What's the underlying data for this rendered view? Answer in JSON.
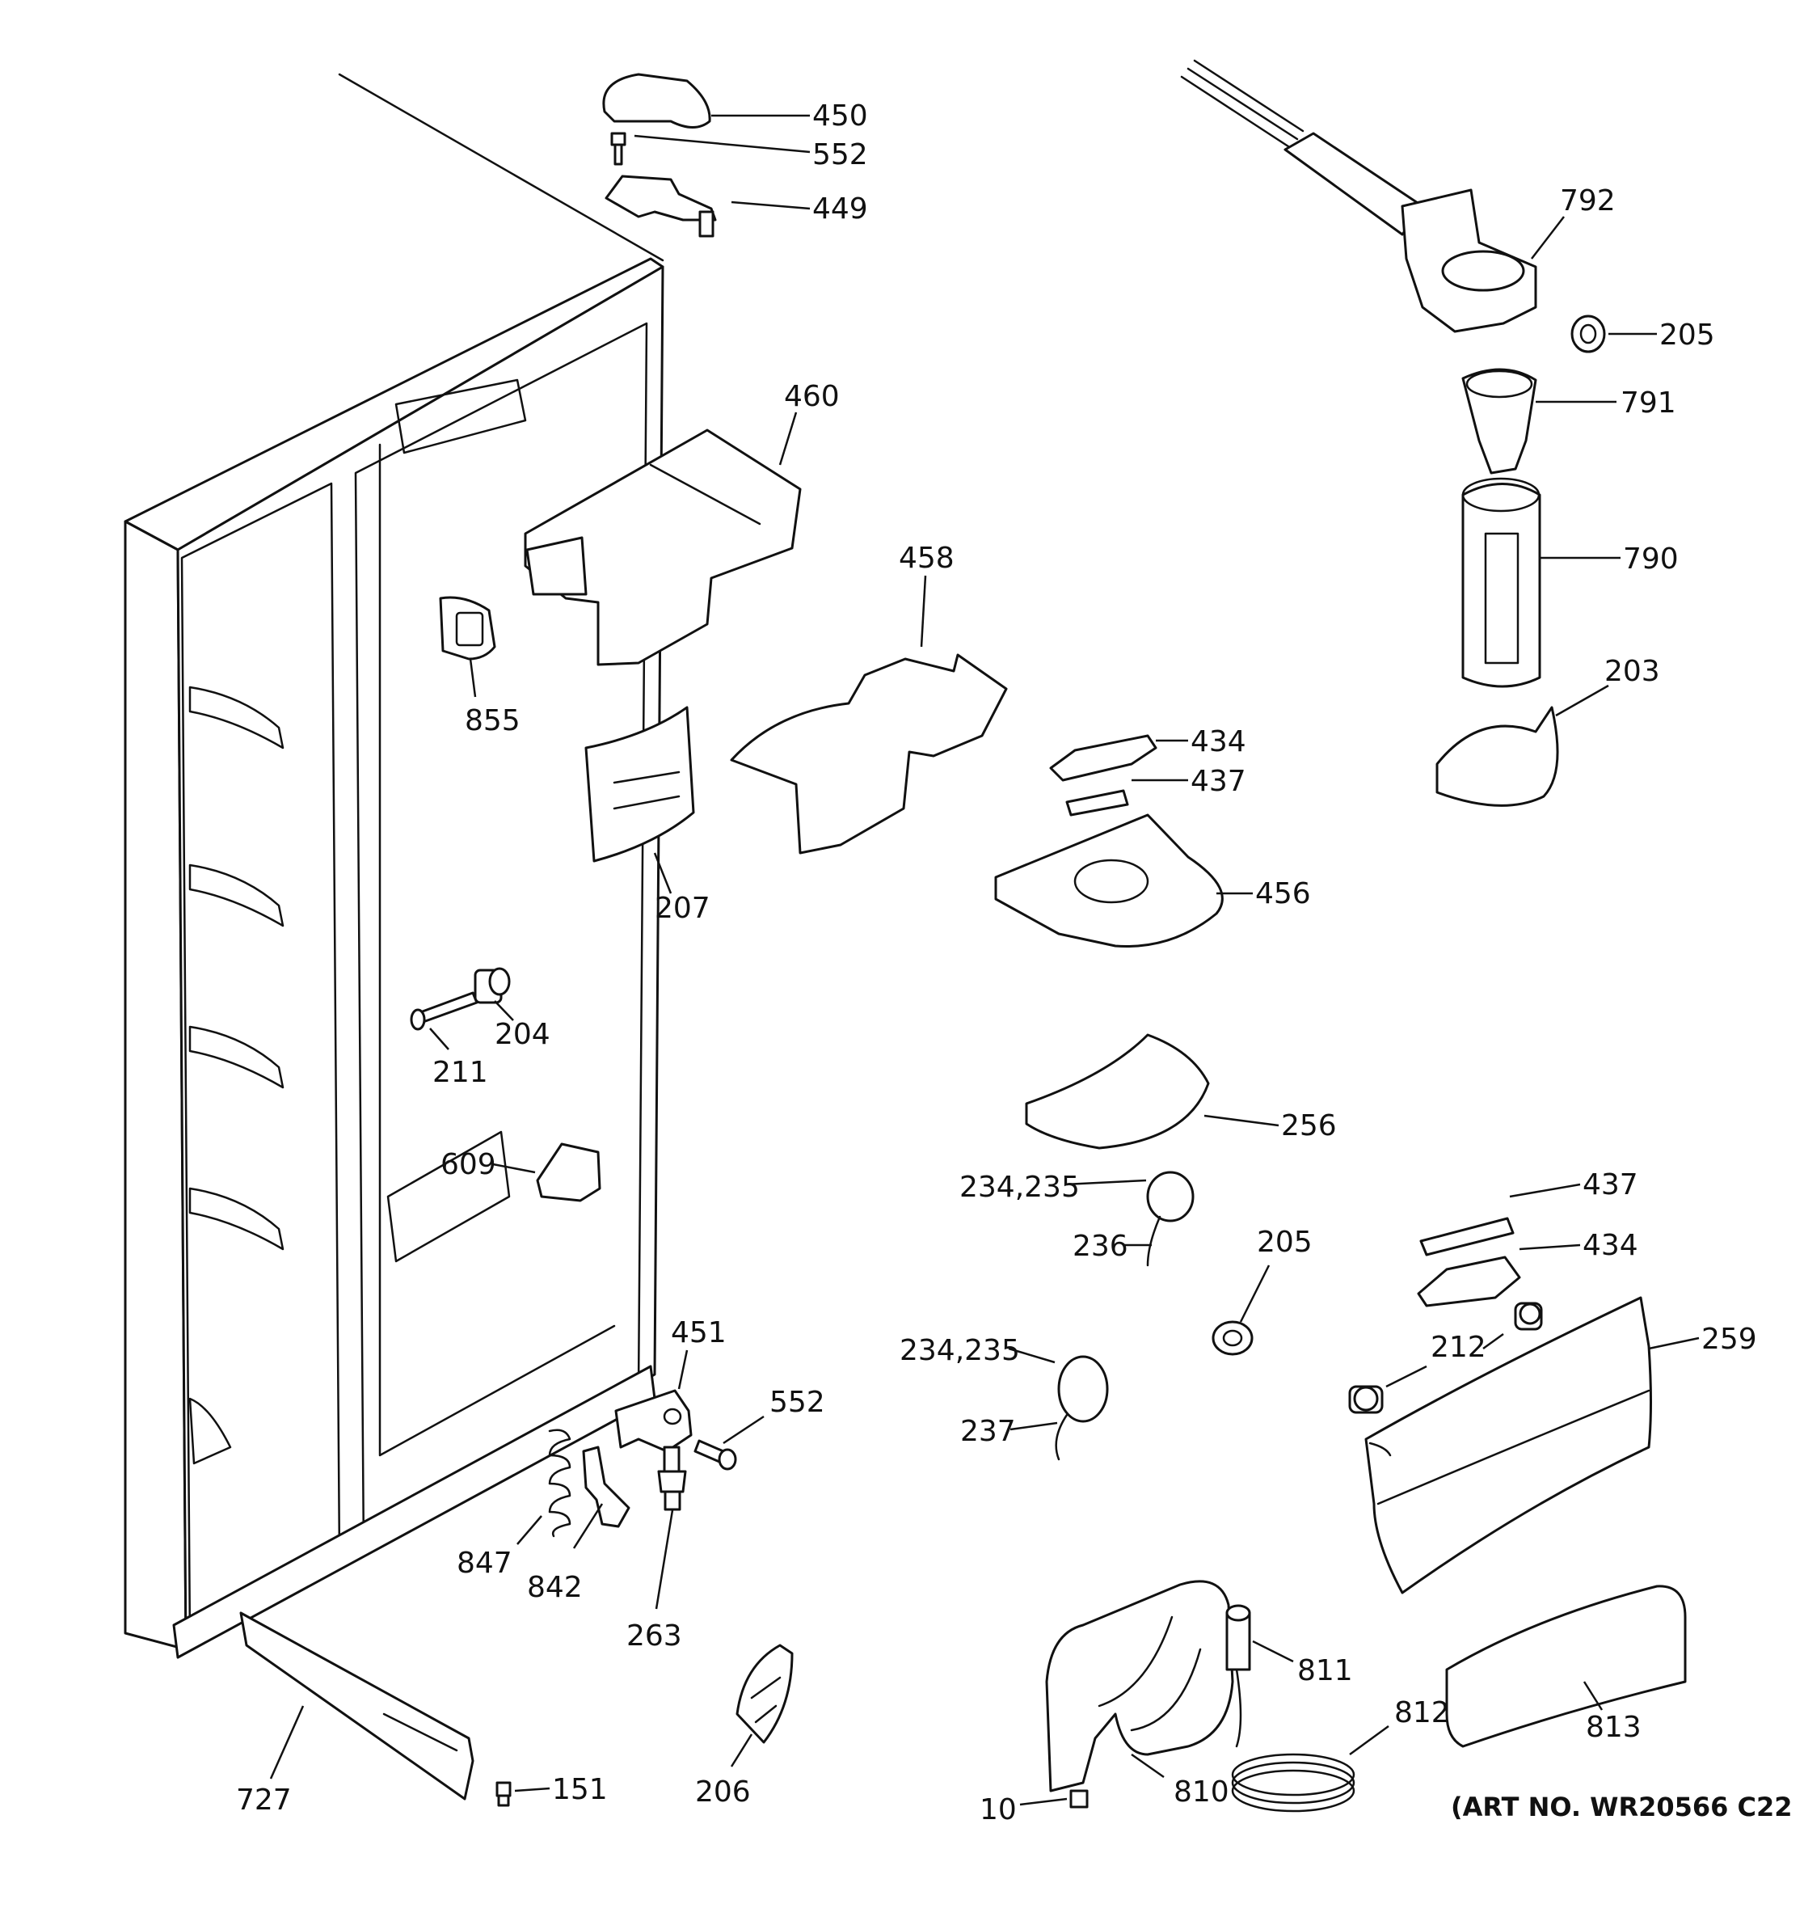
{
  "colors": {
    "line": "#111111",
    "background": "#ffffff"
  },
  "callouts": {
    "p450": "450",
    "p552a": "552",
    "p449": "449",
    "p792": "792",
    "p205a": "205",
    "p791": "791",
    "p790": "790",
    "p203": "203",
    "p460": "460",
    "p458": "458",
    "p855": "855",
    "p434a": "434",
    "p437a": "437",
    "p456": "456",
    "p207": "207",
    "p204": "204",
    "p211": "211",
    "p256": "256",
    "p609": "609",
    "p234_235a": "234,235",
    "p437b": "437",
    "p236": "236",
    "p205b": "205",
    "p434b": "434",
    "p451": "451",
    "p212": "212",
    "p259": "259",
    "p234_235b": "234,235",
    "p552b": "552",
    "p237": "237",
    "p847": "847",
    "p842": "842",
    "p263": "263",
    "p811": "811",
    "p812": "812",
    "p813": "813",
    "p727": "727",
    "p151": "151",
    "p206": "206",
    "p810": "810",
    "p10": "10"
  },
  "art_number": "(ART NO. WR20566 C22"
}
